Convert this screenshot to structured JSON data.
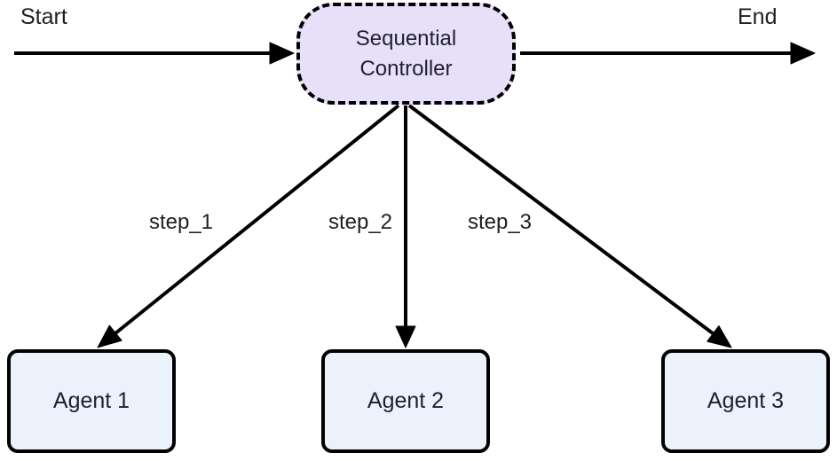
{
  "diagram": {
    "type": "flowchart",
    "start_label": "Start",
    "end_label": "End",
    "controller": {
      "label": "Sequential Controller"
    },
    "edges": [
      {
        "from": "Sequential Controller",
        "to": "Agent 1",
        "label": "step_1"
      },
      {
        "from": "Sequential Controller",
        "to": "Agent 2",
        "label": "step_2"
      },
      {
        "from": "Sequential Controller",
        "to": "Agent 3",
        "label": "step_3"
      }
    ],
    "agents": [
      {
        "label": "Agent 1"
      },
      {
        "label": "Agent 2"
      },
      {
        "label": "Agent 3"
      }
    ],
    "colors": {
      "controller_fill": "#E7E0F8",
      "agent_fill": "#ECF2FB",
      "stroke": "#000000",
      "node_text": "#1F1F33",
      "label_text": "#1F1F1F"
    }
  }
}
